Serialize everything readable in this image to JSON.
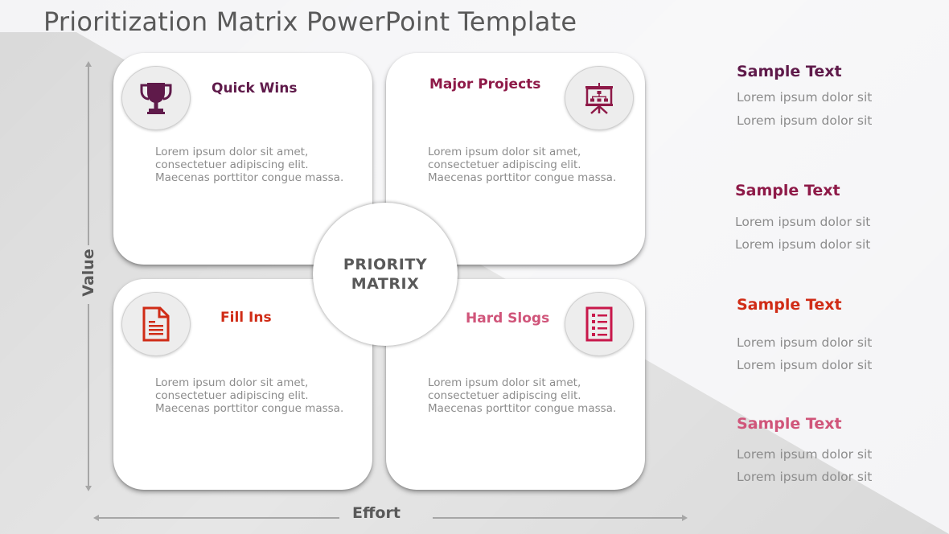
{
  "slide": {
    "title": "Prioritization Matrix PowerPoint Template"
  },
  "axes": {
    "vertical_label": "Value",
    "horizontal_label": "Effort"
  },
  "center": {
    "line1": "PRIORITY",
    "line2": "MATRIX"
  },
  "colors": {
    "quick_wins": "#5f1a4a",
    "major_projects": "#8e1a48",
    "fill_ins": "#d02c16",
    "hard_slogs": "#d0557a",
    "body_text": "#8c8c8c",
    "axis_text": "#595959",
    "background_gray": "#d9d9d9"
  },
  "quadrants": [
    {
      "id": "quick-wins",
      "title": "Quick Wins",
      "icon": "trophy-icon",
      "body": [
        "Lorem ipsum dolor sit amet,",
        "consectetuer adipiscing elit.",
        "Maecenas porttitor congue massa."
      ]
    },
    {
      "id": "major-projects",
      "title": "Major Projects",
      "icon": "presentation-board-icon",
      "body": [
        "Lorem ipsum dolor sit amet,",
        "consectetuer adipiscing elit.",
        "Maecenas porttitor congue massa."
      ]
    },
    {
      "id": "fill-ins",
      "title": "Fill Ins",
      "icon": "document-icon",
      "body": [
        "Lorem ipsum dolor sit amet,",
        "consectetuer adipiscing elit.",
        "Maecenas porttitor congue massa."
      ]
    },
    {
      "id": "hard-slogs",
      "title": "Hard Slogs",
      "icon": "checklist-icon",
      "body": [
        "Lorem ipsum dolor sit amet,",
        "consectetuer adipiscing elit.",
        "Maecenas porttitor congue massa."
      ]
    }
  ],
  "legend": [
    {
      "title": "Sample Text",
      "lines": [
        "Lorem ipsum dolor sit",
        "Lorem ipsum dolor sit"
      ]
    },
    {
      "title": "Sample Text",
      "lines": [
        "Lorem ipsum dolor sit",
        "Lorem ipsum dolor sit"
      ]
    },
    {
      "title": "Sample Text",
      "lines": [
        "Lorem ipsum dolor sit",
        "Lorem ipsum dolor sit"
      ]
    },
    {
      "title": "Sample Text",
      "lines": [
        "Lorem ipsum dolor sit",
        "Lorem ipsum dolor sit"
      ]
    }
  ]
}
